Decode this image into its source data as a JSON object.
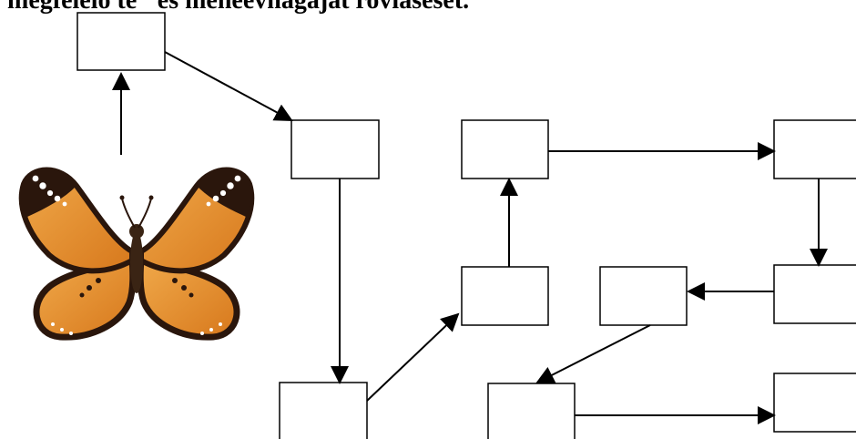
{
  "heading": {
    "text": "megfelelő té\" és meneevnagajat roviaseset."
  },
  "diagram": {
    "boxes": [
      {
        "id": "box-top-left",
        "label": ""
      },
      {
        "id": "box-upper-mid",
        "label": ""
      },
      {
        "id": "box-bottom-left",
        "label": ""
      },
      {
        "id": "box-mid-lower",
        "label": ""
      },
      {
        "id": "box-mid-upper",
        "label": ""
      },
      {
        "id": "box-right-upper",
        "label": ""
      },
      {
        "id": "box-right-middle",
        "label": ""
      },
      {
        "id": "box-center-right",
        "label": ""
      },
      {
        "id": "box-bottom-mid",
        "label": ""
      },
      {
        "id": "box-right-bottom",
        "label": ""
      }
    ],
    "arrows": [
      {
        "from": "butterfly-image",
        "to": "box-top-left"
      },
      {
        "from": "box-top-left",
        "to": "box-upper-mid"
      },
      {
        "from": "box-upper-mid",
        "to": "box-bottom-left"
      },
      {
        "from": "box-bottom-left",
        "to": "box-mid-lower"
      },
      {
        "from": "box-mid-lower",
        "to": "box-mid-upper"
      },
      {
        "from": "box-mid-upper",
        "to": "box-right-upper"
      },
      {
        "from": "box-right-upper",
        "to": "box-right-middle"
      },
      {
        "from": "box-right-middle",
        "to": "box-center-right"
      },
      {
        "from": "box-center-right",
        "to": "box-bottom-mid"
      },
      {
        "from": "box-bottom-mid",
        "to": "box-right-bottom"
      }
    ]
  },
  "butterfly": {
    "icon": "butterfly-image",
    "colors": {
      "wing_orange": "#e8962f",
      "wing_dark": "#2a160c",
      "wing_spots": "#ffffff",
      "body": "#3a2414"
    }
  }
}
